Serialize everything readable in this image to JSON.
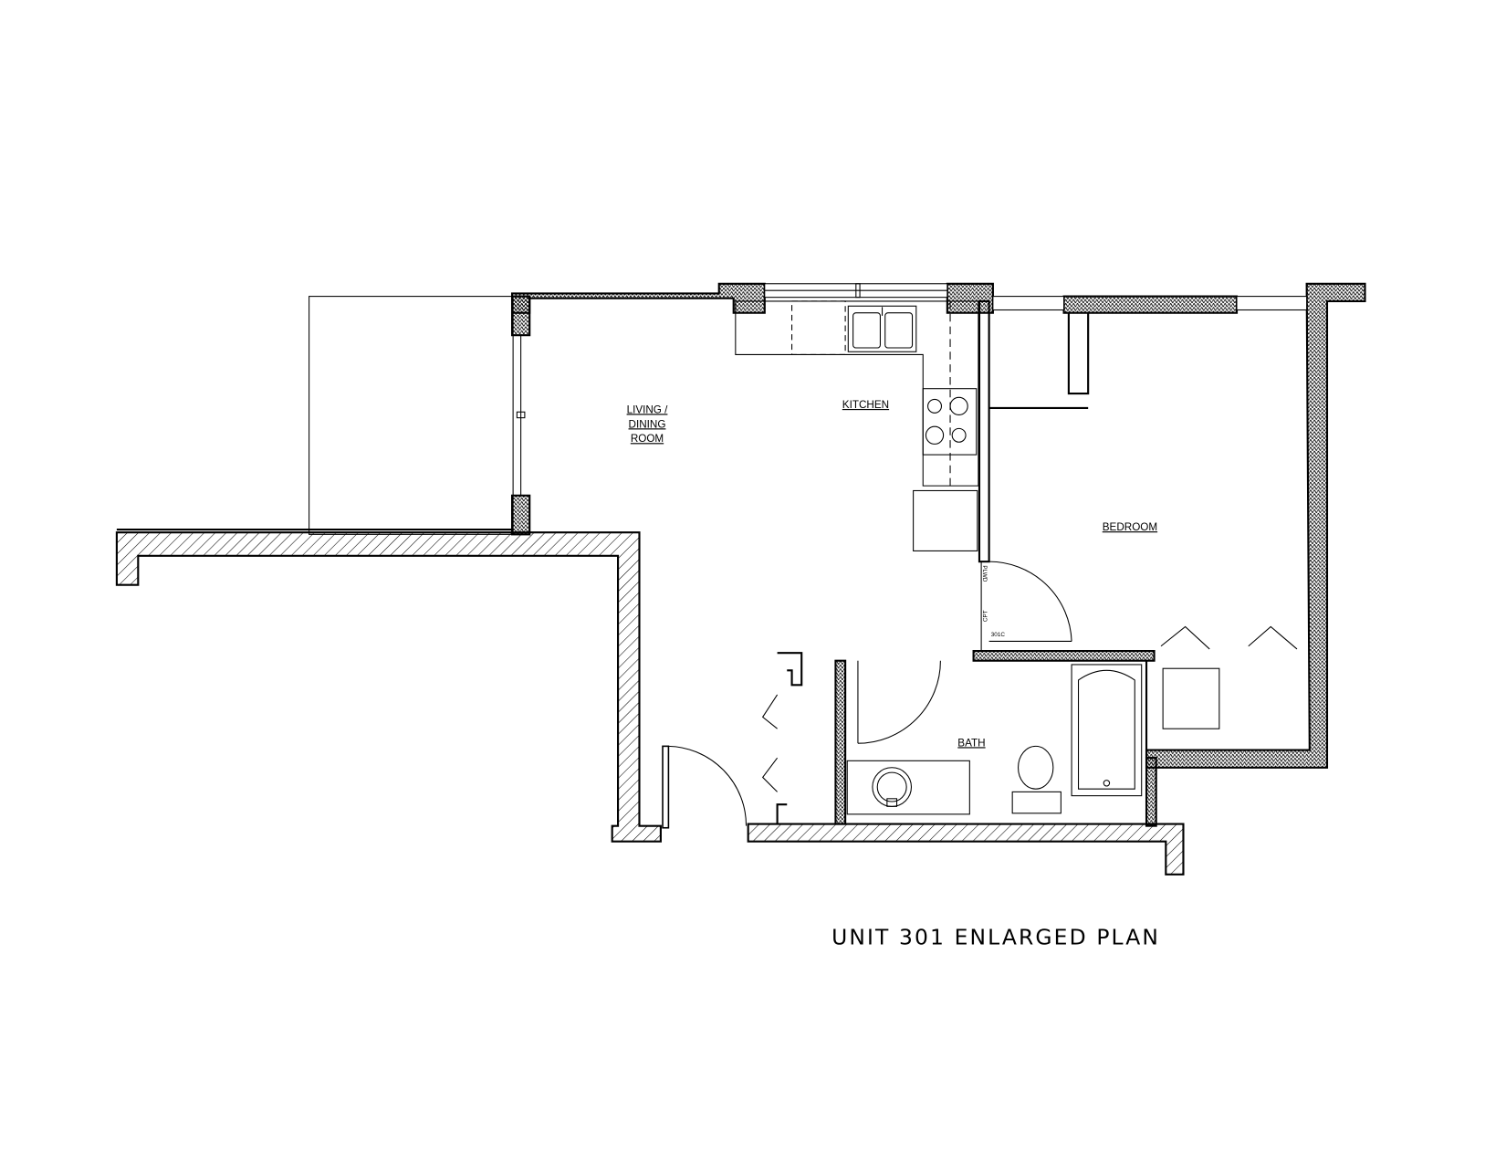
{
  "plan": {
    "title": "UNIT 301 ENLARGED PLAN",
    "rooms": {
      "living_line1": "LIVING /",
      "living_line2": "DINING",
      "living_line3": "ROOM",
      "kitchen": "KITCHEN",
      "bedroom": "BEDROOM",
      "bath": "BATH"
    },
    "annotations": {
      "floor_finish_1": "PLWD",
      "floor_finish_2": "CPT",
      "door_tag": "301C"
    }
  }
}
